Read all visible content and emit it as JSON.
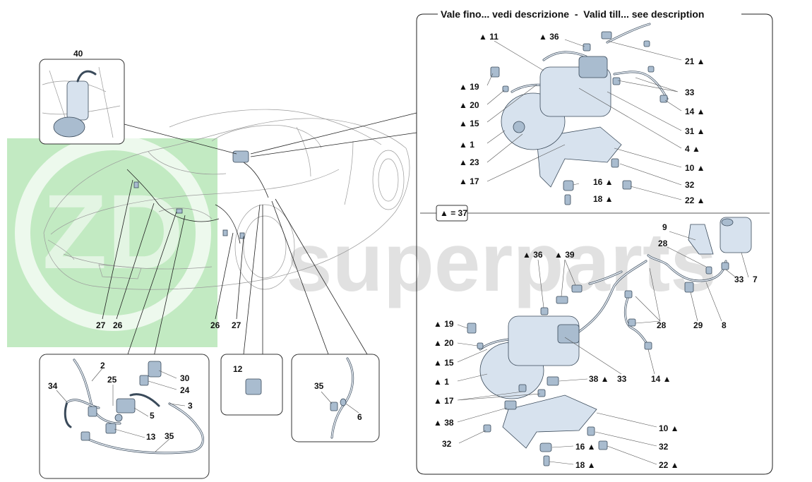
{
  "header": {
    "valid_till": "Vale fino... vedi descrizione  -  Valid till... see description",
    "section_note": "▲ = 37"
  },
  "watermark": {
    "text": "superparts",
    "logo_letters": "ZD",
    "color": "#8fd88f"
  },
  "labels": {
    "l40": "40",
    "l27a": "27",
    "l26a": "26",
    "l26b": "26",
    "l27b": "27",
    "l2": "2",
    "l25": "25",
    "l30": "30",
    "l34": "34",
    "l24": "24",
    "l3": "3",
    "l5": "5",
    "l13": "13",
    "l35a": "35",
    "l12": "12",
    "l35b": "35",
    "l6": "6",
    "t11": "▲ 11",
    "t36": "▲ 36",
    "t21": "21 ▲",
    "t19": "▲ 19",
    "t33": "33",
    "t20": "▲ 20",
    "t14": "14 ▲",
    "t15": "▲ 15",
    "t31": "31 ▲",
    "t1": "▲ 1",
    "t4": "4 ▲",
    "t23": "▲ 23",
    "t10": "10 ▲",
    "t17": "▲ 17",
    "t16": "16 ▲",
    "t32": "32",
    "t18": "18 ▲",
    "t22": "22 ▲",
    "b9": "9",
    "b28a": "28",
    "b36": "▲ 36",
    "b39": "▲ 39",
    "b33a": "33",
    "b7": "7",
    "b28b": "28",
    "b29": "29",
    "b8": "8",
    "b19": "▲ 19",
    "b20": "▲ 20",
    "b15": "▲ 15",
    "b33b": "33",
    "b14": "14 ▲",
    "b1": "▲ 1",
    "b38a": "38 ▲",
    "b17": "▲ 17",
    "b38b": "▲ 38",
    "b10": "10 ▲",
    "b32a": "32",
    "b16": "16 ▲",
    "b32b": "32",
    "b18": "18 ▲",
    "b22": "22 ▲"
  }
}
